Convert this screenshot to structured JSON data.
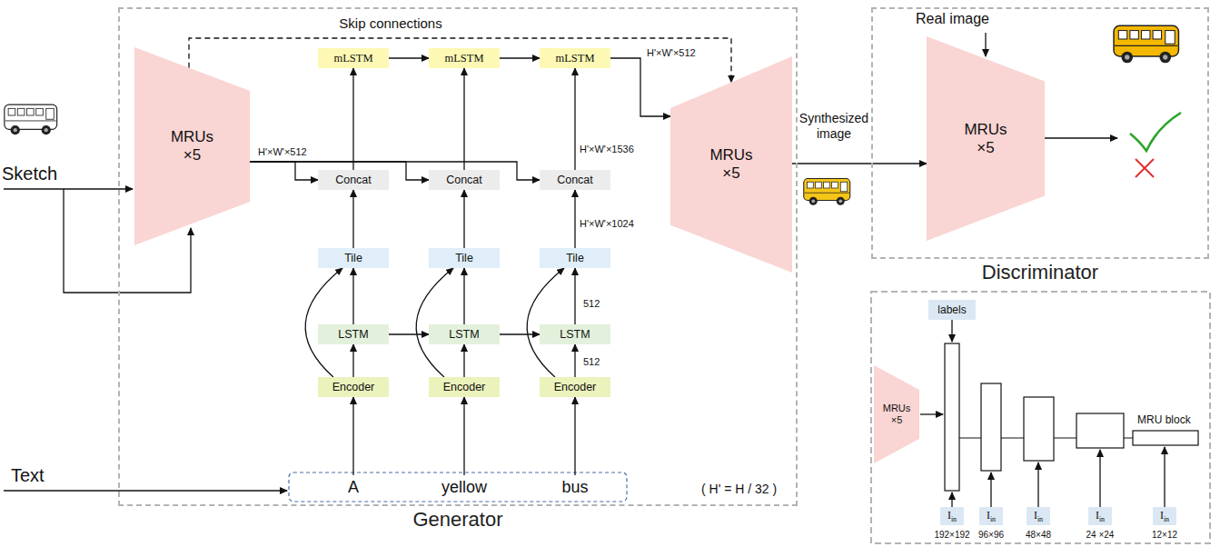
{
  "diagram": {
    "nodes": [
      {
        "text": [
          "Generator"
        ]
      },
      {
        "text": [
          "Discriminator"
        ]
      },
      {
        "text": [
          "MRUs ×5"
        ],
        "in": 0
      },
      {
        "text": [
          "MRUs ×5"
        ],
        "in": 0
      },
      {
        "text": [
          "mLSTM"
        ],
        "in": 0
      },
      {
        "text": [
          "mLSTM"
        ],
        "in": 0
      },
      {
        "text": [
          "mLSTM"
        ],
        "in": 0
      },
      {
        "text": [
          "Concat"
        ],
        "in": 0
      },
      {
        "text": [
          "Concat"
        ],
        "in": 0
      },
      {
        "text": [
          "Concat"
        ],
        "in": 0
      },
      {
        "text": [
          "Tile"
        ],
        "in": 0
      },
      {
        "text": [
          "Tile"
        ],
        "in": 0
      },
      {
        "text": [
          "Tile"
        ],
        "in": 0
      },
      {
        "text": [
          "LSTM"
        ],
        "in": 0
      },
      {
        "text": [
          "LSTM"
        ],
        "in": 0
      },
      {
        "text": [
          "LSTM"
        ],
        "in": 0
      },
      {
        "text": [
          "Encoder"
        ],
        "in": 0
      },
      {
        "text": [
          "Encoder"
        ],
        "in": 0
      },
      {
        "text": [
          "Encoder"
        ],
        "in": 0
      },
      {
        "text": [
          "A"
        ],
        "in": 0
      },
      {
        "text": [
          "yellow"
        ],
        "in": 0
      },
      {
        "text": [
          "bus"
        ],
        "in": 0
      },
      {
        "text": [
          "MRUs ×5"
        ],
        "in": 1
      },
      {
        "text": [
          "MRUs ×5"
        ]
      },
      {
        "text": [
          "labels"
        ]
      },
      {
        "text": [
          "I",
          "in"
        ]
      },
      {
        "text": [
          "I",
          "in"
        ]
      },
      {
        "text": [
          "I",
          "in"
        ]
      },
      {
        "text": [
          "I",
          "in"
        ]
      },
      {
        "text": [
          "I",
          "in"
        ]
      }
    ],
    "edges": [
      {
        "from": 2,
        "to": 3,
        "arrow": "to",
        "label": "Skip connections"
      },
      {
        "from": 2,
        "to": 7,
        "arrow": "to"
      },
      {
        "from": 2,
        "to": 8,
        "arrow": "to"
      },
      {
        "from": 2,
        "to": 9,
        "arrow": "to"
      },
      {
        "from": 7,
        "to": 4,
        "arrow": "to"
      },
      {
        "from": 8,
        "to": 5,
        "arrow": "to"
      },
      {
        "from": 9,
        "to": 6,
        "arrow": "to"
      },
      {
        "from": 4,
        "to": 5,
        "arrow": "to"
      },
      {
        "from": 5,
        "to": 6,
        "arrow": "to"
      },
      {
        "from": 6,
        "to": 3,
        "arrow": "to"
      },
      {
        "from": 10,
        "to": 7,
        "arrow": "to"
      },
      {
        "from": 11,
        "to": 8,
        "arrow": "to"
      },
      {
        "from": 12,
        "to": 9,
        "arrow": "to"
      },
      {
        "from": 13,
        "to": 10,
        "arrow": "to"
      },
      {
        "from": 14,
        "to": 11,
        "arrow": "to"
      },
      {
        "from": 15,
        "to": 12,
        "arrow": "to"
      },
      {
        "from": 16,
        "to": 13,
        "arrow": "to"
      },
      {
        "from": 17,
        "to": 14,
        "arrow": "to"
      },
      {
        "from": 18,
        "to": 15,
        "arrow": "to"
      },
      {
        "from": 16,
        "to": 10,
        "arrow": "to"
      },
      {
        "from": 17,
        "to": 11,
        "arrow": "to"
      },
      {
        "from": 18,
        "to": 12,
        "arrow": "to"
      },
      {
        "from": 13,
        "to": 14,
        "arrow": "to"
      },
      {
        "from": 14,
        "to": 15,
        "arrow": "to"
      },
      {
        "from": 19,
        "to": 16,
        "arrow": "to"
      },
      {
        "from": 20,
        "to": 17,
        "arrow": "to"
      },
      {
        "from": 21,
        "to": 18,
        "arrow": "to"
      },
      {
        "from": 3,
        "to": 22,
        "arrow": "to",
        "label": "Synthesized image"
      }
    ],
    "labels": [
      "Sketch",
      "Text",
      "H'×W'×512",
      "H'×W'×512",
      "H'×W'×1536",
      "H'×W'×1024",
      "512",
      "512",
      "( H' = H / 32 )",
      "Real image",
      "MRU block",
      "192×192",
      "96×96",
      "48×48",
      "24 ×24",
      "12×12"
    ]
  }
}
